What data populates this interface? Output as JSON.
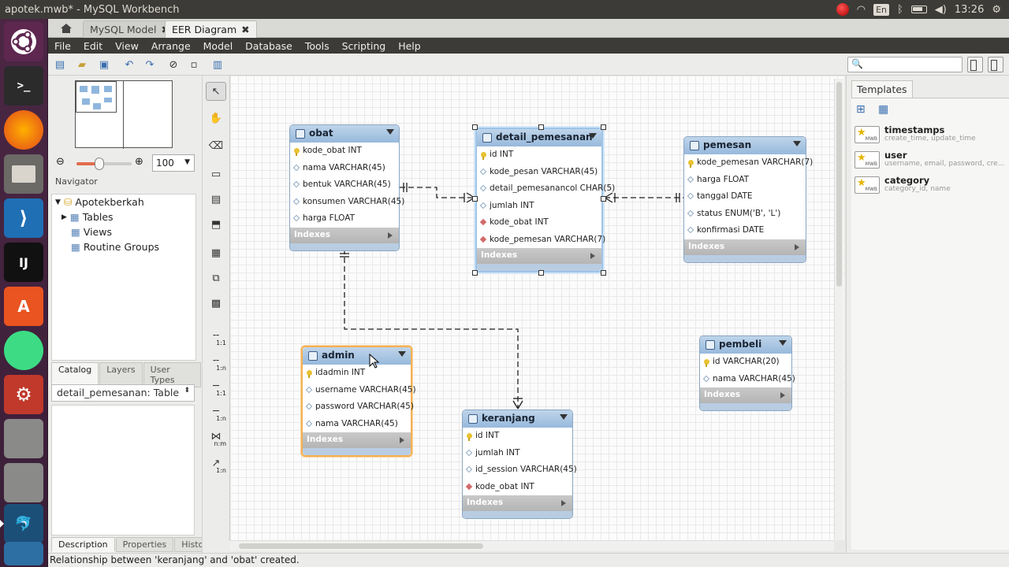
{
  "window": {
    "title": "apotek.mwb* - MySQL Workbench"
  },
  "tray": {
    "lang": "En",
    "time": "13:26"
  },
  "tabs": [
    {
      "label": "MySQL Model",
      "active": false
    },
    {
      "label": "EER Diagram",
      "active": true
    }
  ],
  "menu": [
    "File",
    "Edit",
    "View",
    "Arrange",
    "Model",
    "Database",
    "Tools",
    "Scripting",
    "Help"
  ],
  "navigator": {
    "zoom": "100",
    "label": "Navigator"
  },
  "tree": {
    "root": "Apotekberkah",
    "items": [
      "Tables",
      "Views",
      "Routine Groups"
    ]
  },
  "sidetabs_top": [
    "Catalog",
    "Layers",
    "User Types"
  ],
  "object_combo": "detail_pemesanan: Table",
  "sidetabs_bottom": [
    "Description",
    "Properties",
    "History"
  ],
  "palette_labels": {
    "r1": "1:1",
    "r2": "1:n",
    "r3": "1:1",
    "r4": "1:n",
    "r5": "n:m",
    "r6": "1:n"
  },
  "templates": {
    "header": "Templates",
    "items": [
      {
        "name": "timestamps",
        "desc": "create_time, update_time"
      },
      {
        "name": "user",
        "desc": "username, email, password, cre..."
      },
      {
        "name": "category",
        "desc": "category_id, name"
      }
    ],
    "icon_text": "MWB"
  },
  "tables": {
    "obat": {
      "name": "obat",
      "columns": [
        {
          "key": "pk",
          "text": "kode_obat INT"
        },
        {
          "key": "att",
          "text": "nama VARCHAR(45)"
        },
        {
          "key": "att",
          "text": "bentuk VARCHAR(45)"
        },
        {
          "key": "att",
          "text": "konsumen VARCHAR(45)"
        },
        {
          "key": "att",
          "text": "harga FLOAT"
        }
      ],
      "indexes": "Indexes"
    },
    "detail_pemesanan": {
      "name": "detail_pemesanan",
      "columns": [
        {
          "key": "pk",
          "text": "id INT"
        },
        {
          "key": "att",
          "text": "kode_pesan VARCHAR(45)"
        },
        {
          "key": "att",
          "text": "detail_pemesanancol CHAR(5)"
        },
        {
          "key": "att",
          "text": "jumlah INT"
        },
        {
          "key": "fk",
          "text": "kode_obat INT"
        },
        {
          "key": "fk",
          "text": "kode_pemesan VARCHAR(7)"
        }
      ],
      "indexes": "Indexes"
    },
    "pemesan": {
      "name": "pemesan",
      "columns": [
        {
          "key": "pk",
          "text": "kode_pemesan VARCHAR(7)"
        },
        {
          "key": "att",
          "text": "harga FLOAT"
        },
        {
          "key": "att",
          "text": "tanggal DATE"
        },
        {
          "key": "att",
          "text": "status ENUM('B', 'L')"
        },
        {
          "key": "att",
          "text": "konfirmasi DATE"
        }
      ],
      "indexes": "Indexes"
    },
    "admin": {
      "name": "admin",
      "columns": [
        {
          "key": "pk",
          "text": "idadmin INT"
        },
        {
          "key": "att",
          "text": "username VARCHAR(45)"
        },
        {
          "key": "att",
          "text": "password VARCHAR(45)"
        },
        {
          "key": "att",
          "text": "nama VARCHAR(45)"
        }
      ],
      "indexes": "Indexes"
    },
    "pembeli": {
      "name": "pembeli",
      "columns": [
        {
          "key": "pk",
          "text": "id VARCHAR(20)"
        },
        {
          "key": "att",
          "text": "nama VARCHAR(45)"
        }
      ],
      "indexes": "Indexes"
    },
    "keranjang": {
      "name": "keranjang",
      "columns": [
        {
          "key": "pk",
          "text": "id INT"
        },
        {
          "key": "att",
          "text": "jumlah INT"
        },
        {
          "key": "att",
          "text": "id_session VARCHAR(45)"
        },
        {
          "key": "fk",
          "text": "kode_obat INT"
        }
      ],
      "indexes": "Indexes"
    }
  },
  "status": "Relationship between 'keranjang' and 'obat' created."
}
